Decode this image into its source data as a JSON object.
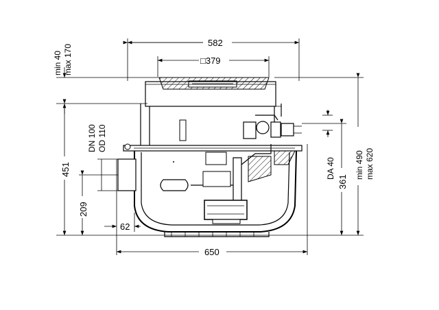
{
  "dimensions": {
    "width_582": "582",
    "square_379": "□379",
    "min_40": "min 40",
    "max_170": "max 170",
    "height_451": "451",
    "dn_100": "DN 100",
    "od_110": "OD 110",
    "height_209": "209",
    "offset_62": "62",
    "width_650": "650",
    "da_40": "DA 40",
    "height_361": "361",
    "min_490": "min 490",
    "max_620": "max 620"
  }
}
